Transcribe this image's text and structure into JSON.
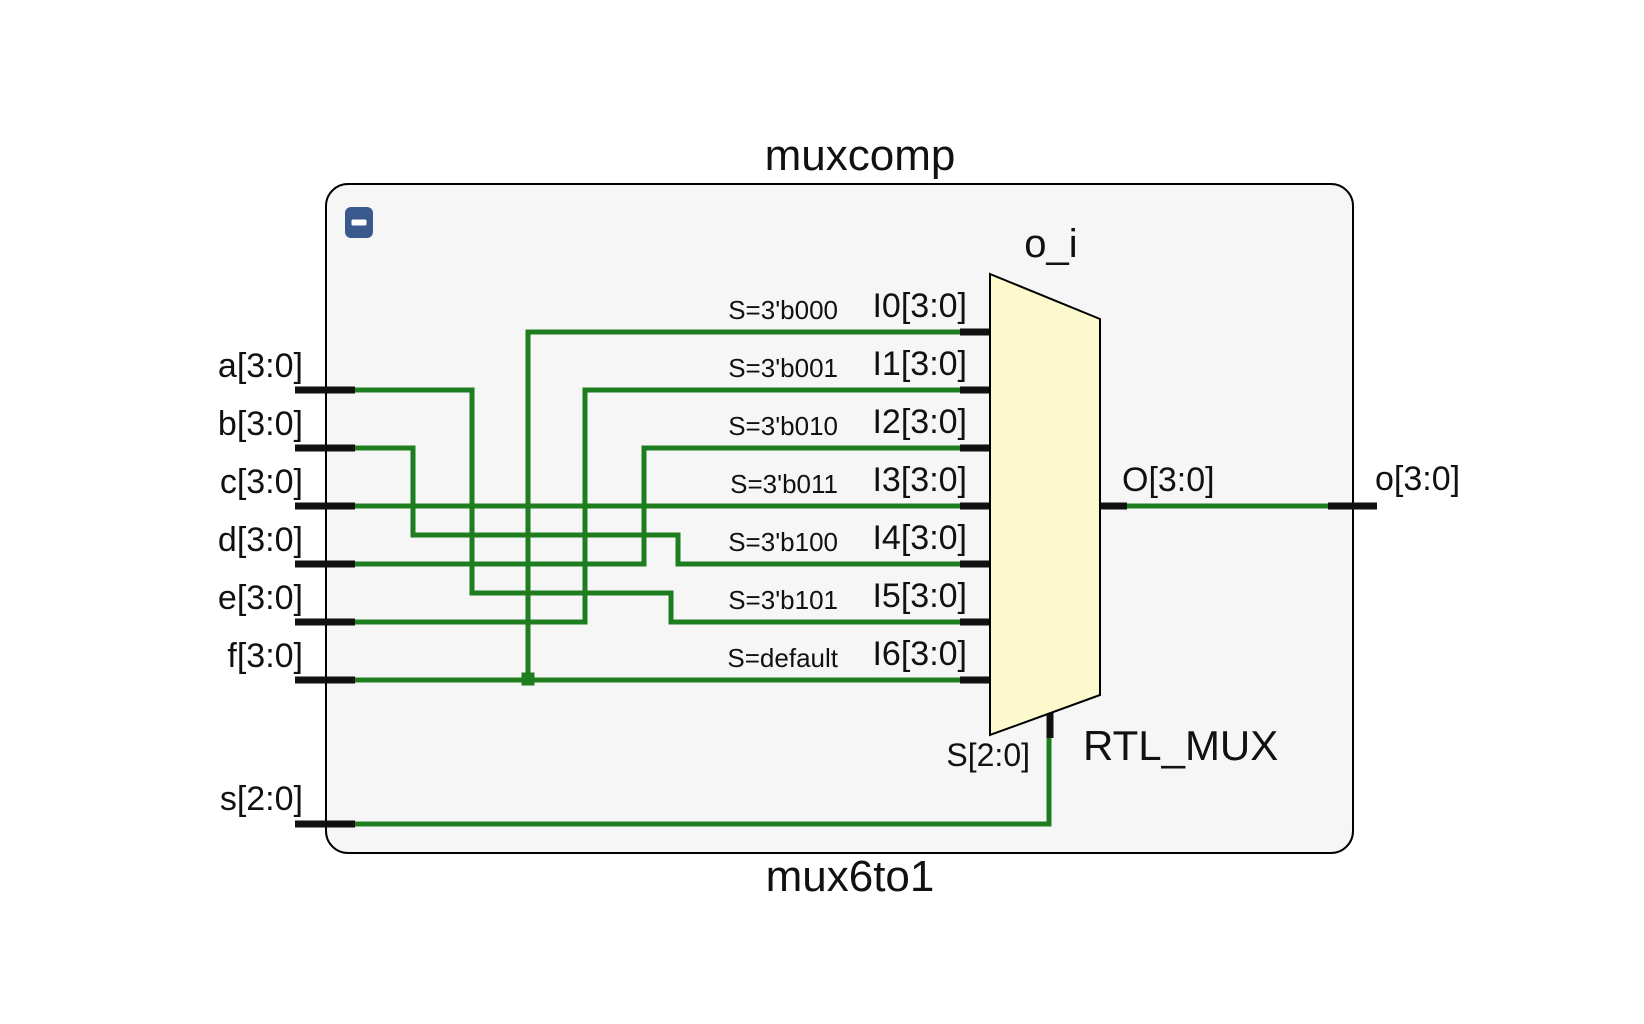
{
  "header": {
    "title": "muxcomp"
  },
  "footer": {
    "module_name": "mux6to1"
  },
  "collapse_button": {
    "icon": "minus"
  },
  "ports": [
    {
      "label": "a[3:0]",
      "direction": "input"
    },
    {
      "label": "b[3:0]",
      "direction": "input"
    },
    {
      "label": "c[3:0]",
      "direction": "input"
    },
    {
      "label": "d[3:0]",
      "direction": "input"
    },
    {
      "label": "e[3:0]",
      "direction": "input"
    },
    {
      "label": "f[3:0]",
      "direction": "input"
    },
    {
      "label": "s[2:0]",
      "direction": "input"
    }
  ],
  "output_port": {
    "label": "o[3:0]"
  },
  "mux": {
    "instance_name": "o_i",
    "type_label": "RTL_MUX",
    "select_pin": "S[2:0]",
    "output_pin": "O[3:0]",
    "inputs": [
      {
        "condition": "S=3'b000",
        "pin": "I0[3:0]"
      },
      {
        "condition": "S=3'b001",
        "pin": "I1[3:0]"
      },
      {
        "condition": "S=3'b010",
        "pin": "I2[3:0]"
      },
      {
        "condition": "S=3'b011",
        "pin": "I3[3:0]"
      },
      {
        "condition": "S=3'b100",
        "pin": "I4[3:0]"
      },
      {
        "condition": "S=3'b101",
        "pin": "I5[3:0]"
      },
      {
        "condition": "S=default",
        "pin": "I6[3:0]"
      }
    ]
  },
  "colors": {
    "wire_green": "#1E7D1E",
    "pin_black": "#111111",
    "mux_fill": "#FCFACD",
    "module_fill": "#F6F6F6",
    "module_border": "#000000",
    "collapse_button_blue": "#3A5A8E"
  }
}
